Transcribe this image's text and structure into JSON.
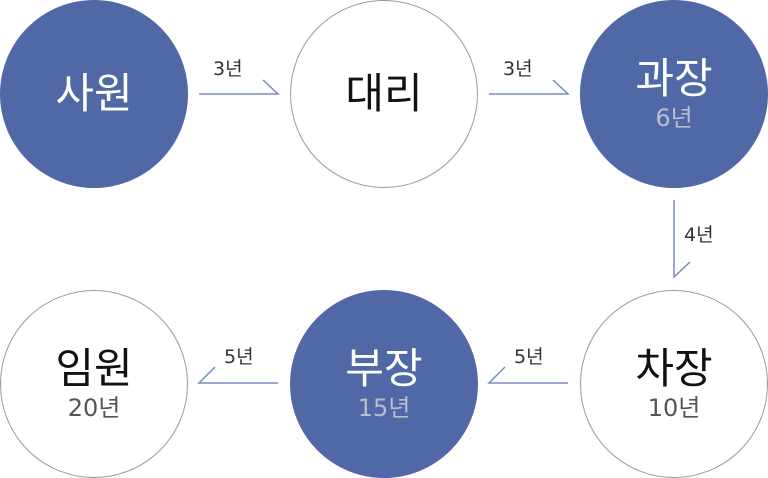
{
  "nodes": [
    {
      "id": "sawon",
      "title": "사원",
      "years": "",
      "style": "filled"
    },
    {
      "id": "daeri",
      "title": "대리",
      "years": "",
      "style": "outline"
    },
    {
      "id": "gwajang",
      "title": "과장",
      "years": "6년",
      "style": "filled"
    },
    {
      "id": "chajang",
      "title": "차장",
      "years": "10년",
      "style": "outline"
    },
    {
      "id": "bujang",
      "title": "부장",
      "years": "15년",
      "style": "filled"
    },
    {
      "id": "imwon",
      "title": "임원",
      "years": "20년",
      "style": "outline"
    }
  ],
  "edges": [
    {
      "from": "sawon",
      "to": "daeri",
      "label": "3년"
    },
    {
      "from": "daeri",
      "to": "gwajang",
      "label": "3년"
    },
    {
      "from": "gwajang",
      "to": "chajang",
      "label": "4년"
    },
    {
      "from": "chajang",
      "to": "bujang",
      "label": "5년"
    },
    {
      "from": "bujang",
      "to": "imwon",
      "label": "5년"
    }
  ],
  "colors": {
    "filled": "#5068a5",
    "outline_border": "#9a9a9a",
    "arrow": "#7b8cbf"
  }
}
